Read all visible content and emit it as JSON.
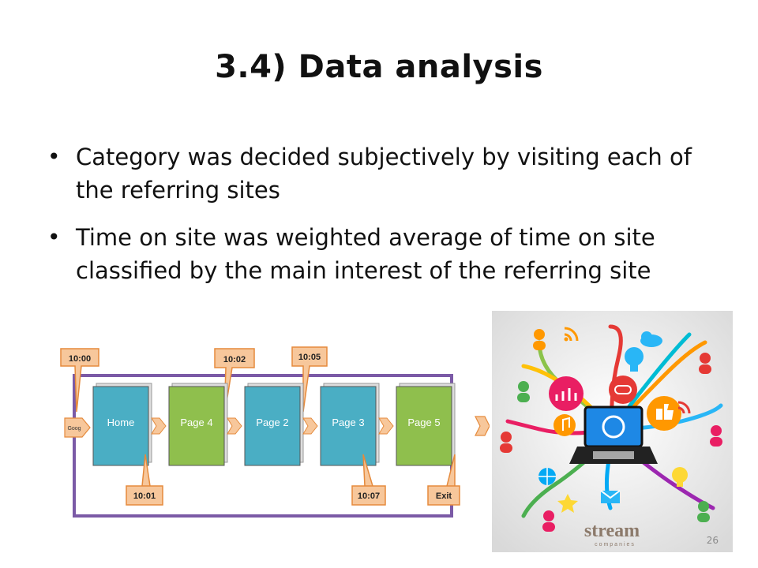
{
  "slide": {
    "title": "3.4) Data analysis",
    "bullets": [
      "Category was decided subjectively by visiting each of the referring sites",
      "Time on site was weighted average of time on site classified by the main interest of the referring site"
    ],
    "page_number": "26"
  },
  "flow_diagram": {
    "source_label": "Goog",
    "pages": [
      "Home",
      "Page 4",
      "Page 2",
      "Page 3",
      "Page 5"
    ],
    "page_colors": [
      "#4aaec4",
      "#8fbf4d",
      "#4aaec4",
      "#4aaec4",
      "#8fbf4d"
    ],
    "top_times": [
      "10:00",
      "10:02",
      "10:05"
    ],
    "bottom_labels": [
      "10:01",
      "10:07",
      "Exit"
    ],
    "frame_color": "#7b5aa6",
    "callout_color": "#f7c79b"
  },
  "side_image": {
    "logo_text": "stream",
    "logo_subtext": "companies",
    "icons": [
      "user-icon",
      "rss-icon",
      "cloud-icon",
      "lightbulb-icon",
      "chart-icon",
      "link-icon",
      "thumbs-up-icon",
      "music-icon",
      "globe-icon",
      "mail-icon",
      "star-icon",
      "laptop-icon"
    ]
  }
}
